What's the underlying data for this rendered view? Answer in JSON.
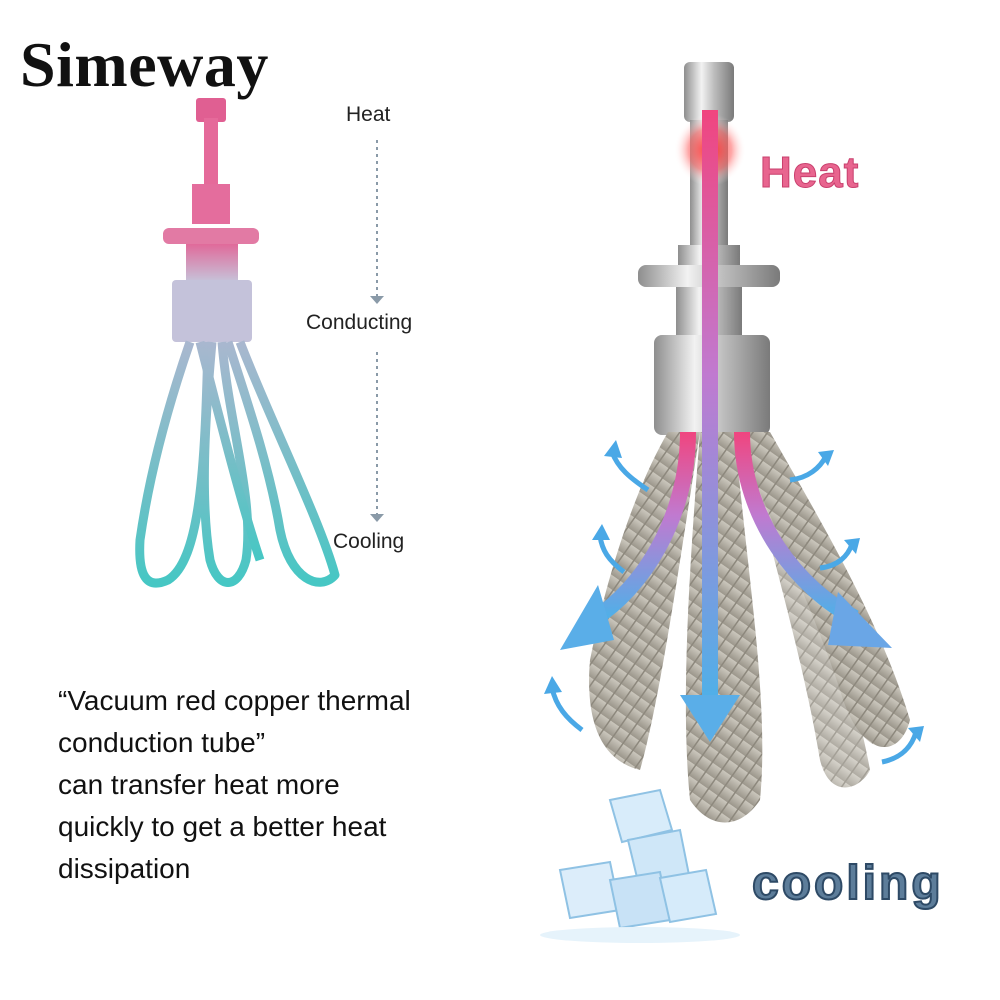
{
  "brand": "Simeway",
  "left_diagram": {
    "steps": [
      "Heat",
      "Conducting",
      "Cooling"
    ]
  },
  "description_lines": [
    "“Vacuum red copper thermal",
    "conduction tube”",
    "can transfer heat more",
    "quickly to get a better heat",
    "dissipation"
  ],
  "right_diagram": {
    "heat_label": "Heat",
    "cooling_label": "cooling"
  },
  "colors": {
    "heat": "#f0457f",
    "cool": "#4fb0e8",
    "braid": "#b8b3a8"
  }
}
